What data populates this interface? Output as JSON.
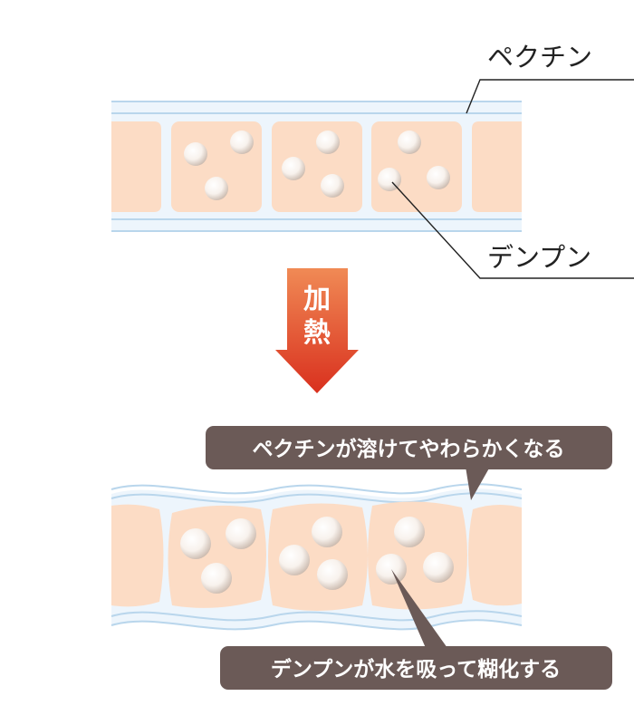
{
  "labels": {
    "pectin": "ペクチン",
    "starch": "デンプン"
  },
  "arrow": {
    "line1": "加",
    "line2": "熱",
    "color_top": "#f08a55",
    "color_bottom": "#d9301e"
  },
  "callouts": {
    "top": "ペクチンが溶けてやわらかくなる",
    "bottom": "デンプンが水を吸って糊化する",
    "bg_color": "#6b5a57"
  },
  "colors": {
    "cell": "#fcdcc5",
    "pectin_band": "#edf5fc",
    "pectin_line": "#b9d6ec",
    "granule": "#f7f1ec"
  }
}
